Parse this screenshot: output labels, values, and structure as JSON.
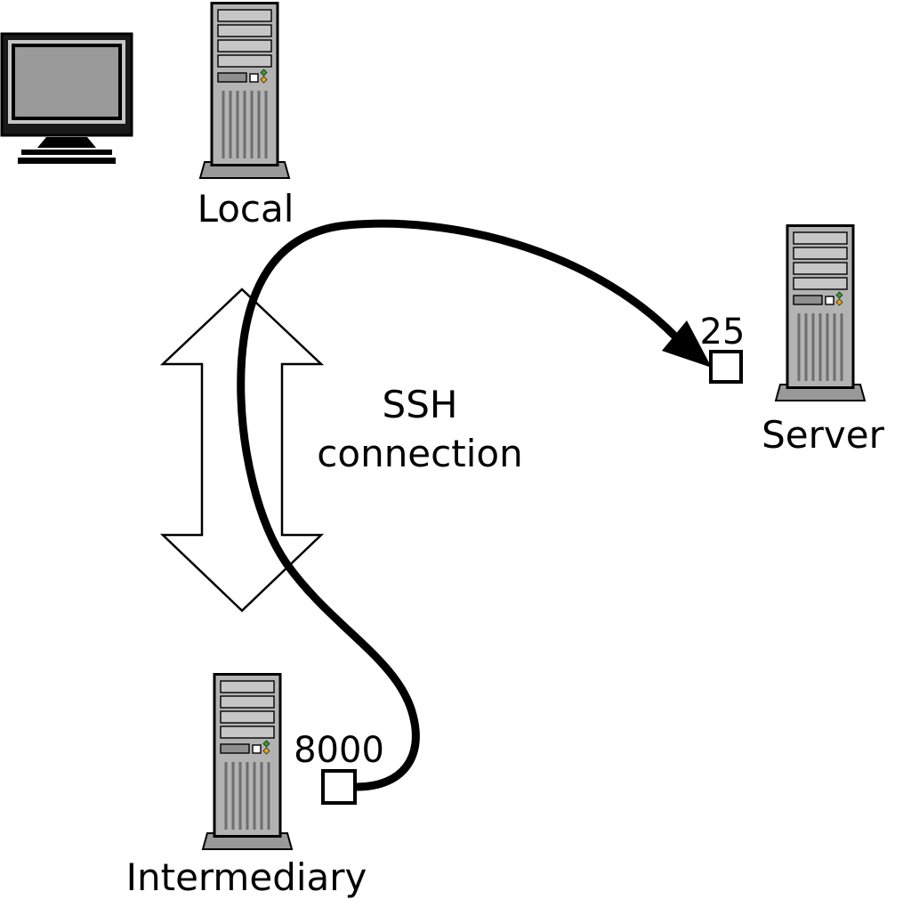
{
  "diagram": {
    "nodes": {
      "local": {
        "label": "Local",
        "icon": "computer-tower"
      },
      "server": {
        "label": "Server",
        "icon": "computer-tower",
        "port": "25"
      },
      "intermediary": {
        "label": "Intermediary",
        "icon": "computer-tower",
        "port": "8000"
      }
    },
    "peripherals": {
      "monitor_icon": "monitor"
    },
    "ssh_label": {
      "line1": "SSH",
      "line2": "connection"
    },
    "colors": {
      "background": "#ffffff",
      "line": "#000000",
      "arrow_fill": "#ffffff",
      "tower_body": "#b3b3b3",
      "tower_bay": "#c6c6c6",
      "tower_base": "#999999",
      "screen": "#9a9a9a",
      "led_green": "#33a02c",
      "led_amber": "#e6a817",
      "port_socket_fill": "#ffffff"
    }
  }
}
